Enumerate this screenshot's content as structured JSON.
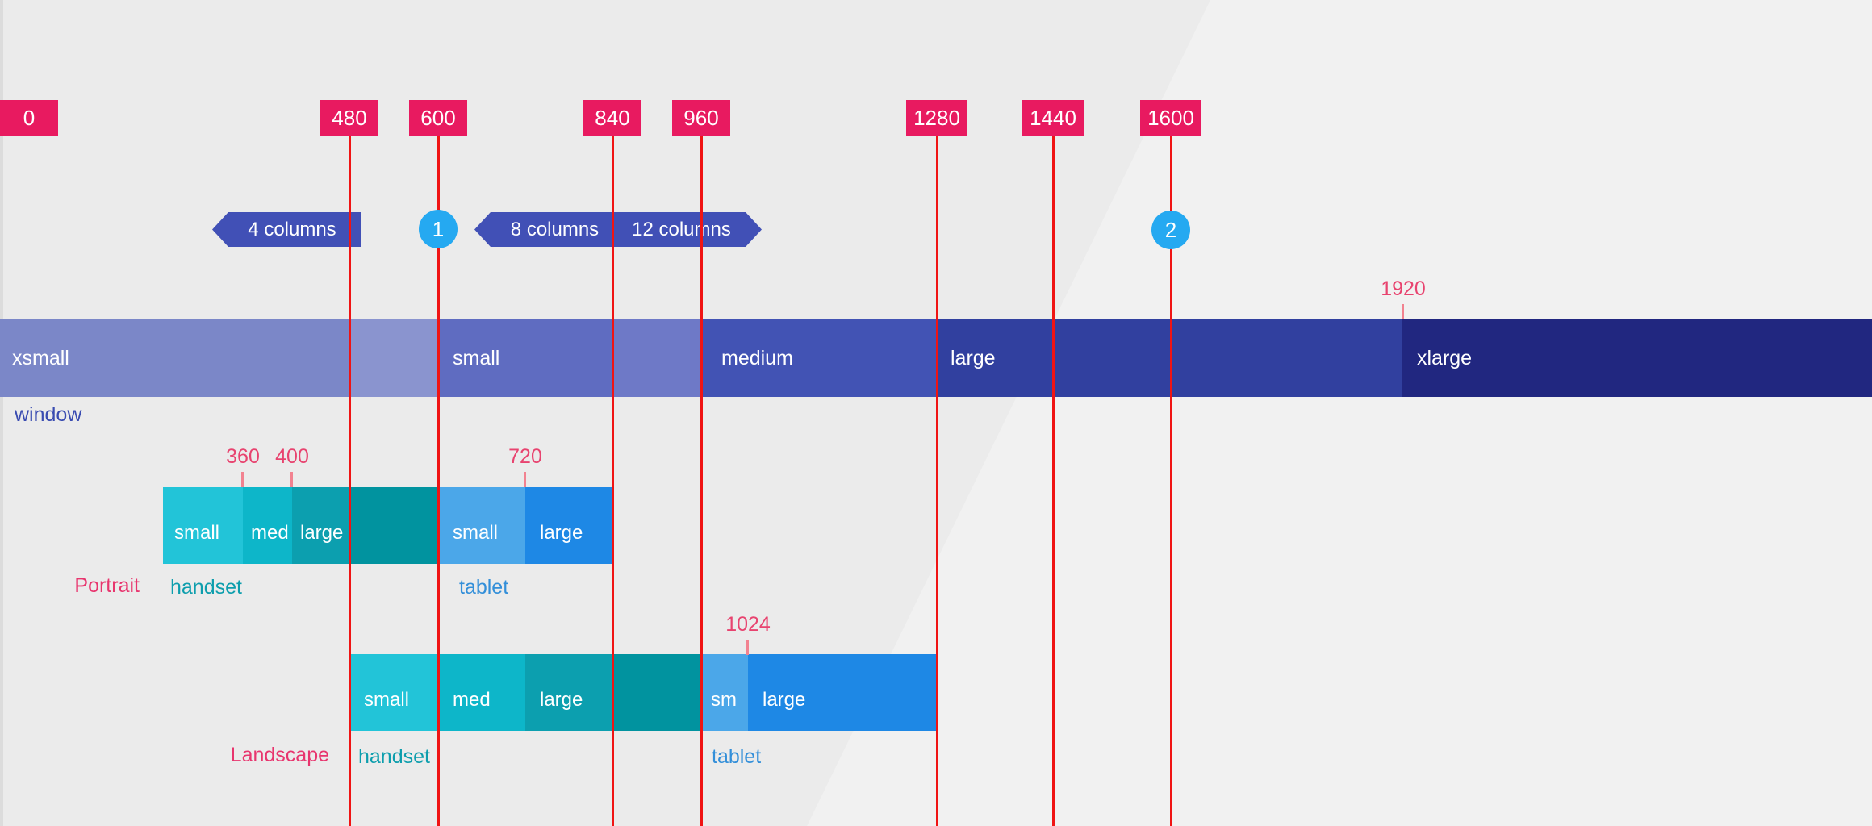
{
  "diagram_title": "responsive breakpoint system diagram",
  "ruler": {
    "markers": [
      {
        "label": "0"
      },
      {
        "label": "480"
      },
      {
        "label": "600"
      },
      {
        "label": "840"
      },
      {
        "label": "960"
      },
      {
        "label": "1280"
      },
      {
        "label": "1440"
      },
      {
        "label": "1600"
      }
    ]
  },
  "badges": {
    "columns": [
      {
        "label": "4 columns"
      },
      {
        "label": "8 columns"
      },
      {
        "label": "12 columns"
      }
    ],
    "circles": [
      {
        "label": "1"
      },
      {
        "label": "2"
      }
    ]
  },
  "window_band": {
    "caption": "window",
    "max_note": "1920",
    "segments": [
      {
        "label": "xsmall",
        "color": "#7B87C8"
      },
      {
        "label": "",
        "color": "#8A94CF"
      },
      {
        "label": "small",
        "color": "#5F6CC1"
      },
      {
        "label": "",
        "color": "#6E79C7"
      },
      {
        "label": "medium",
        "color": "#4253B4"
      },
      {
        "label": "large",
        "color": "#31409F"
      },
      {
        "label": "xlarge",
        "color": "#212780"
      }
    ]
  },
  "portrait": {
    "group_label": "Portrait",
    "ticks": [
      {
        "label": "360"
      },
      {
        "label": "400"
      },
      {
        "label": "720"
      }
    ],
    "handset": {
      "caption": "handset",
      "segments": [
        {
          "label": "small",
          "color": "#22C4D8"
        },
        {
          "label": "med",
          "color": "#0DB6C9"
        },
        {
          "label": "large",
          "color": "#0C9FAF"
        },
        {
          "label": "",
          "color": "#01939F"
        }
      ]
    },
    "tablet": {
      "caption": "tablet",
      "segments": [
        {
          "label": "small",
          "color": "#4BA7E9"
        },
        {
          "label": "large",
          "color": "#1E88E5"
        }
      ]
    }
  },
  "landscape": {
    "group_label": "Landscape",
    "ticks": [
      {
        "label": "1024"
      }
    ],
    "handset": {
      "caption": "handset",
      "segments": [
        {
          "label": "small",
          "color": "#22C4D8"
        },
        {
          "label": "med",
          "color": "#0DB6C9"
        },
        {
          "label": "large",
          "color": "#0C9FAF"
        },
        {
          "label": "",
          "color": "#01939F"
        }
      ]
    },
    "tablet": {
      "caption": "tablet",
      "segments": [
        {
          "label": "sm",
          "color": "#4BA7E9"
        },
        {
          "label": "large",
          "color": "#1E88E5"
        }
      ]
    }
  },
  "colors": {
    "background": "#EBEBEB",
    "marker_box": "#E81A60",
    "breakpoint_line": "#F01414",
    "tick_salmon": "#F28290",
    "annotation_pink": "#E8436F",
    "badge_indigo": "#4150B6",
    "circle_light_blue": "#25A9F1",
    "window_caption_text": "#3A4CB1",
    "handset_caption_text": "#0D9EAD",
    "tablet_caption_text": "#338FD9",
    "orientation_label_text": "#E8356E"
  }
}
